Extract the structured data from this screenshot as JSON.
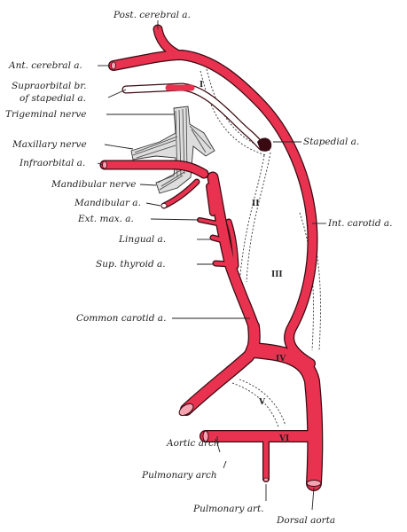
{
  "labels": {
    "post_cerebral": "Post. cerebral a.",
    "ant_cerebral": "Ant. cerebral a.",
    "supraorbital_line1": "Supraorbital br.",
    "supraorbital_line2": "of stapedial a.",
    "trigeminal": "Trigeminal nerve",
    "maxillary": "Maxillary nerve",
    "infraorbital": "Infraorbital a.",
    "mandibular_nerve": "Mandibular nerve",
    "mandibular_a": "Mandibular a.",
    "ext_max": "Ext. max. a.",
    "lingual": "Lingual a.",
    "sup_thyroid": "Sup. thyroid a.",
    "common_carotid": "Common carotid a.",
    "stapedial": "Stapedial a.",
    "int_carotid": "Int. carotid a.",
    "aortic_arch": "Aortic arch",
    "pulmonary_arch": "Pulmonary arch",
    "pulmonary_art": "Pulmonary art.",
    "dorsal_aorta": "Dorsal aorta"
  },
  "arch_numerals": {
    "i": "I",
    "ii": "II",
    "iii": "III",
    "iv": "IV",
    "v": "V",
    "vi": "VI"
  },
  "colors": {
    "artery": "#e8324f",
    "outline": "#3a0a12",
    "text": "#222222",
    "nerve": "#444444"
  }
}
